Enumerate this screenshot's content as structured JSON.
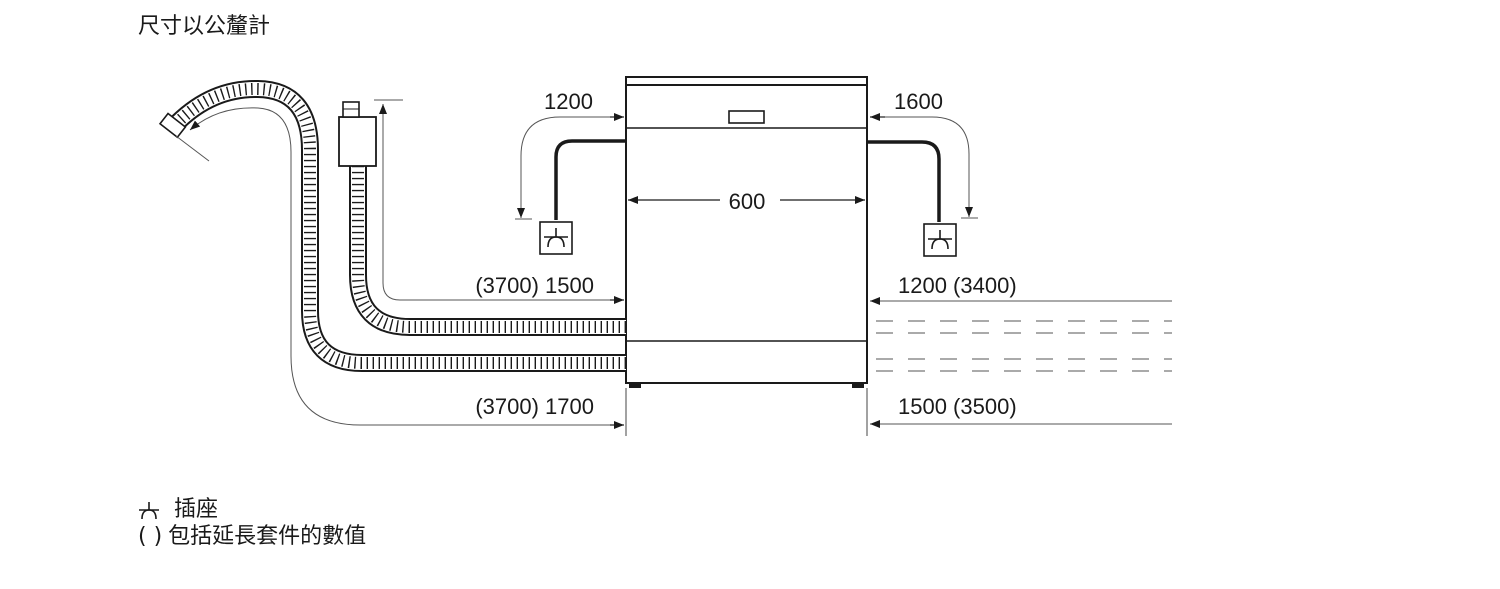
{
  "unit_note": "尺寸以公釐計",
  "dimensions": {
    "left_cable": "1200",
    "right_cable": "1600",
    "width": "600",
    "left_hose_upper": "(3700) 1500",
    "left_hose_lower": "(3700) 1700",
    "right_hose_upper": "1200 (3400)",
    "right_hose_lower": "1500 (3500)"
  },
  "legend": {
    "socket_label": "插座",
    "paren_symbol": "( )",
    "paren_label": "包括延長套件的數值"
  },
  "icons": {
    "socket": "power-socket-icon"
  }
}
